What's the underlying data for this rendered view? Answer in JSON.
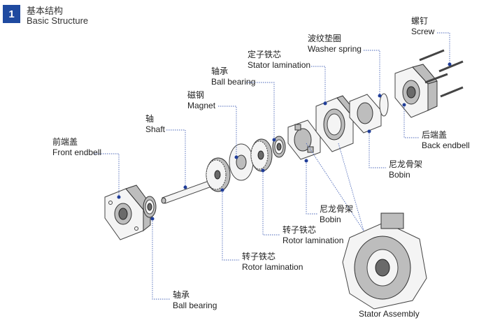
{
  "header": {
    "number": "1",
    "title_cn": "基本结构",
    "title_en": "Basic Structure"
  },
  "labels": {
    "front_endbell": {
      "cn": "前端盖",
      "en": "Front endbell"
    },
    "shaft": {
      "cn": "轴",
      "en": "Shaft"
    },
    "magnet": {
      "cn": "磁钢",
      "en": "Magnet"
    },
    "ball_bearing_top": {
      "cn": "轴承",
      "en": "Ball bearing"
    },
    "stator_lamination": {
      "cn": "定子铁芯",
      "en": "Stator lamination"
    },
    "washer_spring": {
      "cn": "波纹垫圈",
      "en": "Washer spring"
    },
    "screw": {
      "cn": "螺钉",
      "en": "Screw"
    },
    "back_endbell": {
      "cn": "后端盖",
      "en": "Back endbell"
    },
    "bobin_right": {
      "cn": "尼龙骨架",
      "en": "Bobin"
    },
    "bobin_mid": {
      "cn": "尼龙骨架",
      "en": "Bobin"
    },
    "rotor_lamination_upper": {
      "cn": "转子铁芯",
      "en": "Rotor lamination"
    },
    "rotor_lamination_lower": {
      "cn": "转子铁芯",
      "en": "Rotor lamination"
    },
    "ball_bearing_bottom": {
      "cn": "轴承",
      "en": "Ball bearing"
    },
    "stator_assembly": {
      "en": "Stator Assembly"
    }
  },
  "colors": {
    "accent": "#1f4aa0",
    "leader": "#4a66b8"
  }
}
